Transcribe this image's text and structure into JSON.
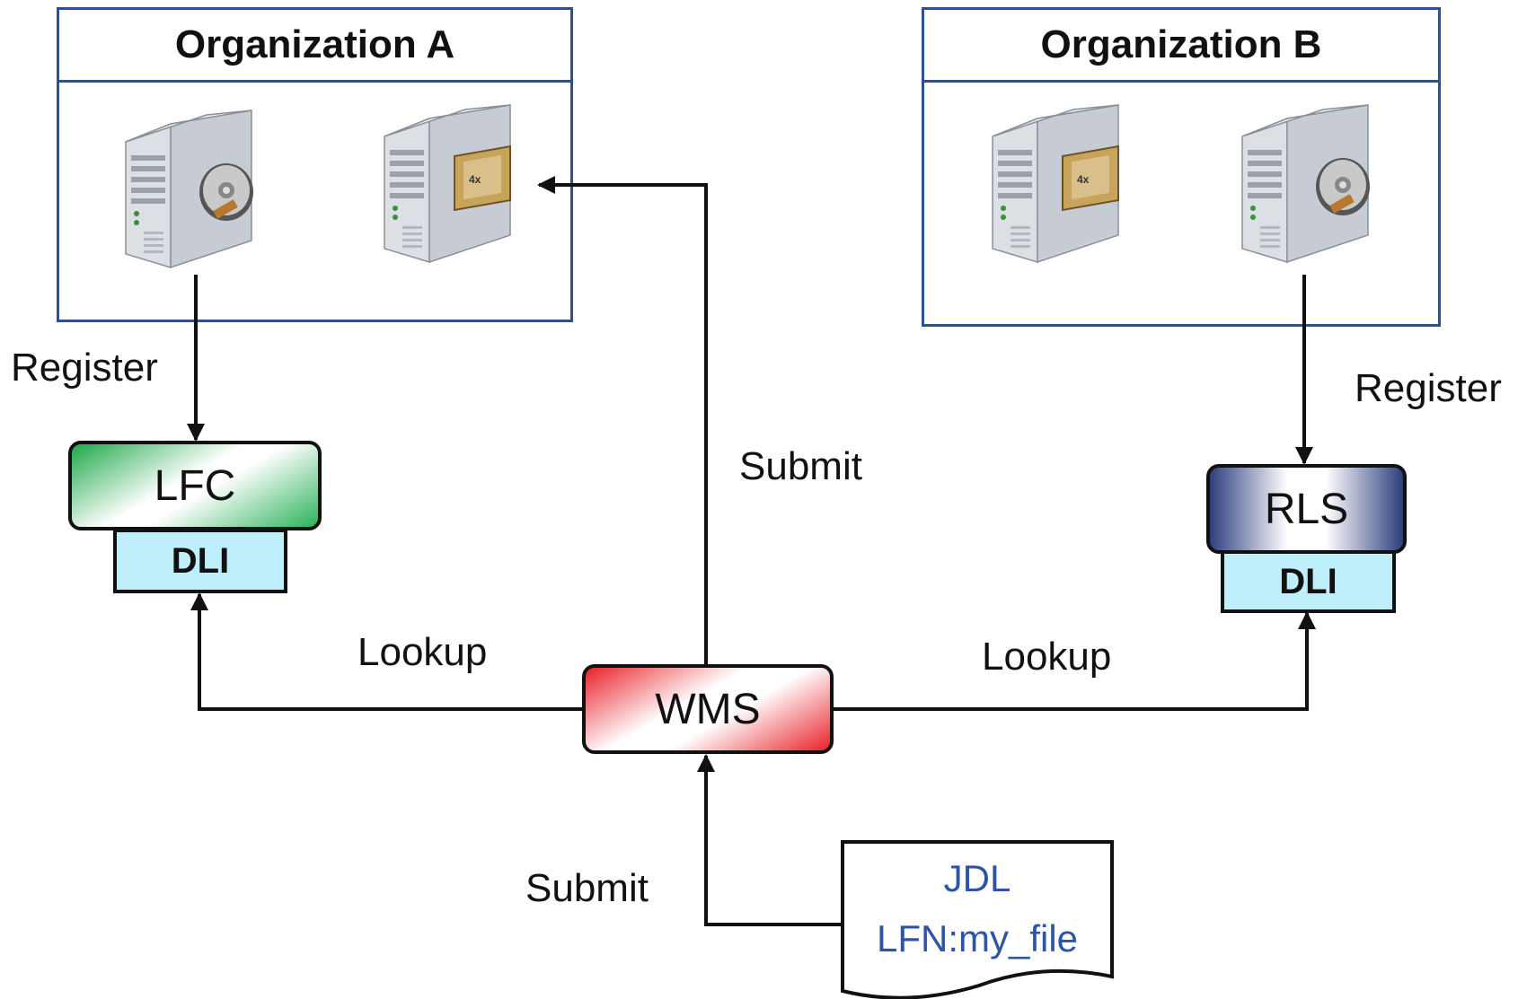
{
  "org_a": {
    "title": "Organization A",
    "servers": [
      "storage-server",
      "compute-server"
    ]
  },
  "org_b": {
    "title": "Organization B",
    "servers": [
      "compute-server",
      "storage-server"
    ]
  },
  "edges": {
    "register_a": "Register",
    "register_b": "Register",
    "submit_to_org": "Submit",
    "lookup_lfc": "Lookup",
    "lookup_rls": "Lookup",
    "submit_to_wms": "Submit"
  },
  "nodes": {
    "lfc": {
      "label": "LFC",
      "sub": "DLI",
      "color": "#1fa84a"
    },
    "rls": {
      "label": "RLS",
      "sub": "DLI",
      "color": "#2e3f7e"
    },
    "wms": {
      "label": "WMS",
      "color": "#e8222a"
    }
  },
  "jdl": {
    "title": "JDL",
    "line": "LFN:my_file"
  },
  "colors": {
    "org_border": "#2e4f92",
    "dli_fill": "#bfeffb",
    "jdl_text": "#2e55a5"
  }
}
